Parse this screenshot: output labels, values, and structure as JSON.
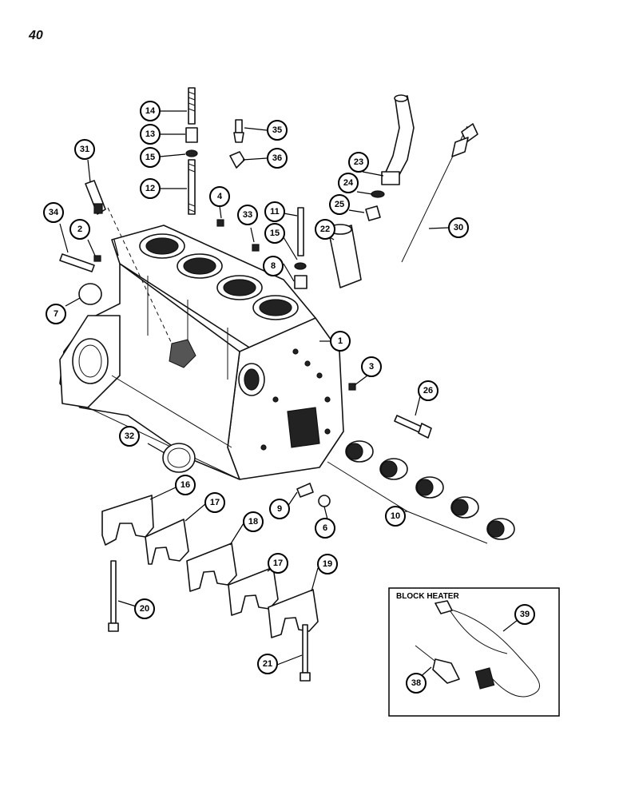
{
  "page": {
    "number": "40"
  },
  "callouts": [
    {
      "id": "c1",
      "label": "1"
    },
    {
      "id": "c2",
      "label": "2"
    },
    {
      "id": "c3",
      "label": "3"
    },
    {
      "id": "c4",
      "label": "4"
    },
    {
      "id": "c6",
      "label": "6"
    },
    {
      "id": "c7",
      "label": "7"
    },
    {
      "id": "c8",
      "label": "8"
    },
    {
      "id": "c9",
      "label": "9"
    },
    {
      "id": "c10",
      "label": "10"
    },
    {
      "id": "c11",
      "label": "11"
    },
    {
      "id": "c12",
      "label": "12"
    },
    {
      "id": "c13",
      "label": "13"
    },
    {
      "id": "c14",
      "label": "14"
    },
    {
      "id": "c15a",
      "label": "15"
    },
    {
      "id": "c15b",
      "label": "15"
    },
    {
      "id": "c16",
      "label": "16"
    },
    {
      "id": "c17a",
      "label": "17"
    },
    {
      "id": "c17b",
      "label": "17"
    },
    {
      "id": "c18",
      "label": "18"
    },
    {
      "id": "c19",
      "label": "19"
    },
    {
      "id": "c20",
      "label": "20"
    },
    {
      "id": "c21",
      "label": "21"
    },
    {
      "id": "c22",
      "label": "22"
    },
    {
      "id": "c23",
      "label": "23"
    },
    {
      "id": "c24",
      "label": "24"
    },
    {
      "id": "c25",
      "label": "25"
    },
    {
      "id": "c26",
      "label": "26"
    },
    {
      "id": "c30",
      "label": "30"
    },
    {
      "id": "c31",
      "label": "31"
    },
    {
      "id": "c32",
      "label": "32"
    },
    {
      "id": "c33",
      "label": "33"
    },
    {
      "id": "c34",
      "label": "34"
    },
    {
      "id": "c35",
      "label": "35"
    },
    {
      "id": "c36",
      "label": "36"
    },
    {
      "id": "c38",
      "label": "38"
    },
    {
      "id": "c39",
      "label": "39"
    }
  ],
  "inset": {
    "title": "BLOCK HEATER"
  }
}
